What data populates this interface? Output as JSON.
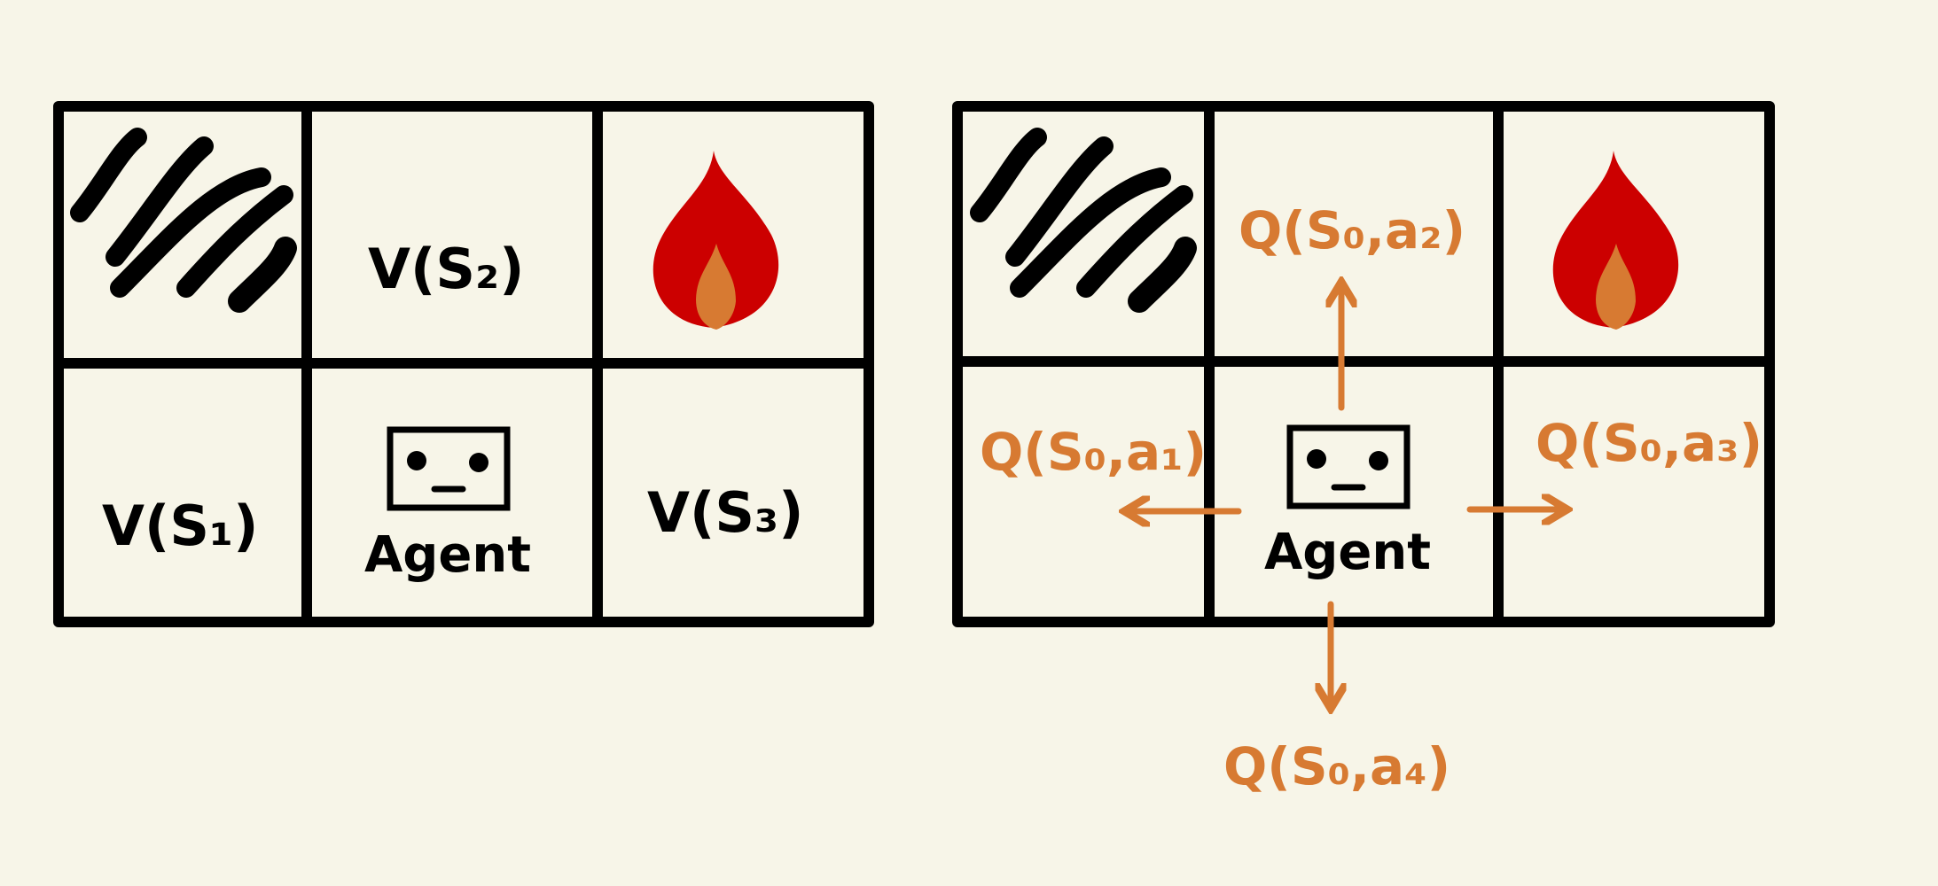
{
  "colors": {
    "background": "#f7f5e8",
    "ink": "#000000",
    "accent": "#d77a32",
    "fire_outer": "#cc0000",
    "fire_inner": "#d77a32"
  },
  "left_grid": {
    "cells": {
      "wall": {
        "icon": "wall-icon"
      },
      "top_middle": "V(S₂)",
      "fire": {
        "icon": "fire-icon"
      },
      "bottom_left": "V(S₁)",
      "agent": {
        "icon": "robot-icon",
        "label": "Agent"
      },
      "bottom_right": "V(S₃)"
    }
  },
  "right_grid": {
    "cells": {
      "wall": {
        "icon": "wall-icon"
      },
      "fire": {
        "icon": "fire-icon"
      },
      "agent": {
        "icon": "robot-icon",
        "label": "Agent"
      }
    },
    "q_values": {
      "up": "Q(S₀,a₂)",
      "left": "Q(S₀,a₁)",
      "right": "Q(S₀,a₃)",
      "down": "Q(S₀,a₄)"
    }
  }
}
